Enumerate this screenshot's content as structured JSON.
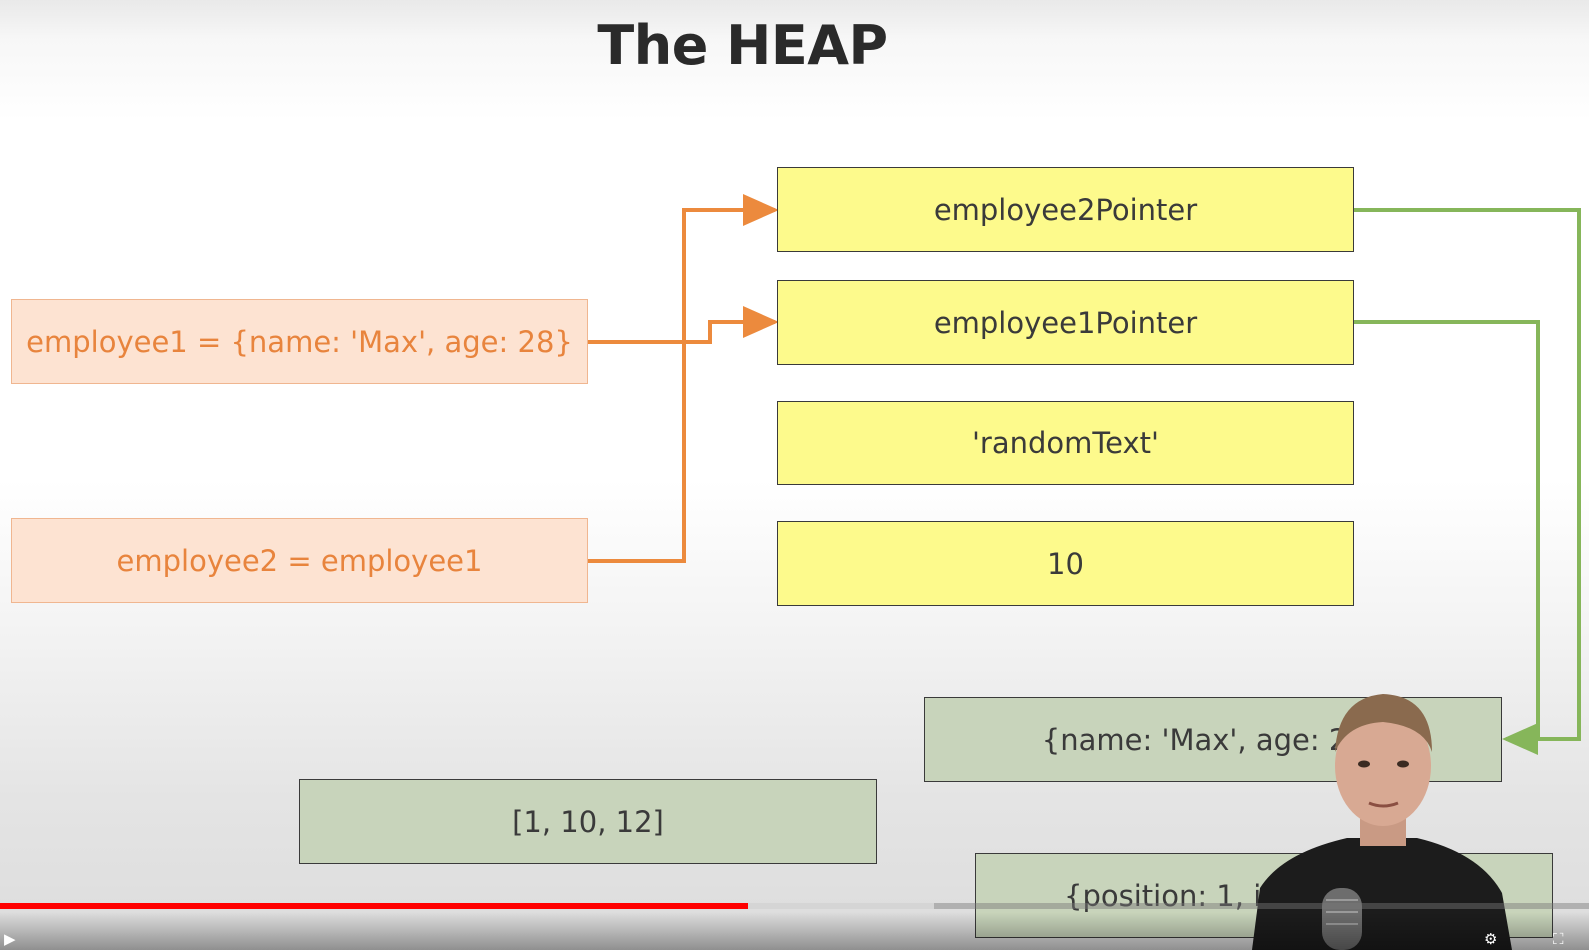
{
  "slide": {
    "title": "The HEAP",
    "stack": {
      "employee1": "employee1 = {name: 'Max', age: 28}",
      "employee2": "employee2 =  employee1"
    },
    "pointers": {
      "employee2_pointer": "employee2Pointer",
      "employee1_pointer": "employee1Pointer",
      "random_text": "'randomText'",
      "number": "10"
    },
    "heap": {
      "max_object": "{name: 'Max', age: 28}",
      "array": "[1, 10, 12]",
      "position_object": "{position: 1, isA"
    },
    "colors": {
      "stack_fill": "#fde3d2",
      "stack_text": "#e8843d",
      "pointer_fill": "#fdfa8c",
      "heap_fill": "#c8d4bb",
      "orange_arrow": "#ec8a3d",
      "green_arrow": "#86b65a"
    }
  },
  "player": {
    "progress_played": 0.471,
    "progress_buffered": 0.588,
    "progress_color": "#ff0000",
    "icons": [
      "play-icon",
      "settings-icon",
      "fullscreen-icon"
    ]
  }
}
